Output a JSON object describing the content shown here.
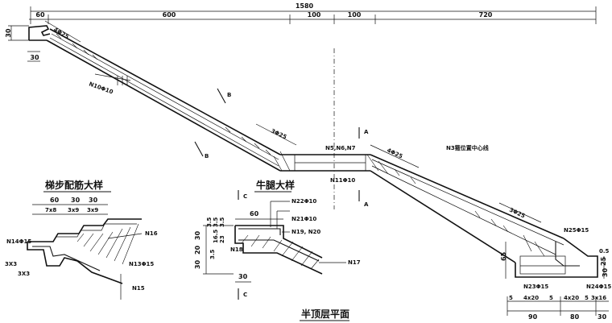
{
  "top_dims": {
    "total": "1580",
    "d1": "60",
    "d2": "600",
    "d3": "100",
    "d4": "100",
    "d5": "720"
  },
  "left_dims": {
    "upper": "30",
    "lower": "30"
  },
  "rebars": {
    "n1": "4Φ25",
    "n10": "N10Φ10",
    "n3a": "3Φ25",
    "n5": "N5,N6,N7",
    "n11": "N11Φ10",
    "n4": "4Φ25",
    "n3b": "3Φ25",
    "n3center": "N3箍位置中心线",
    "n25": "N25Φ15",
    "n23": "N23Φ15",
    "n24": "N24Φ15",
    "n16": "N16",
    "n14": "N14Φ15",
    "n13": "N13Φ15",
    "n15": "N15",
    "n22": "N22Φ10",
    "n21": "N21Φ10",
    "n19": "N19, N20",
    "n18": "N18",
    "n17": "N17"
  },
  "section_marks": {
    "a_top": "A",
    "a_bottom": "A",
    "b_top": "B",
    "b_bottom": "B",
    "c_top": "C",
    "c_bottom": "C"
  },
  "detail_titles": {
    "step": "梯步配筋大样",
    "corbel": "牛腿大样",
    "plan": "半顶层平面"
  },
  "step_dims": {
    "a": "60",
    "b": "30",
    "c": "30",
    "d": "7x8",
    "e": "3x9",
    "f": "3x9",
    "g": "3X3",
    "h": "3X3"
  },
  "corbel_dims": {
    "w": "60",
    "h1": "30",
    "h2": "20",
    "h3": "30",
    "s1": "3.5",
    "s2": "3.5",
    "s3": "3.5",
    "s4": "16.5",
    "s5": "23",
    "s6": "3.5",
    "bottom": "30"
  },
  "right_dims": {
    "b1": "5",
    "b2": "4x20",
    "b3": "5",
    "b4": "4x20",
    "b5": "5",
    "b6": "3x16",
    "t1": "90",
    "t2": "80",
    "t3": "30",
    "v1": "65",
    "v2": "30",
    "v3": "25",
    "small": "0.5"
  }
}
